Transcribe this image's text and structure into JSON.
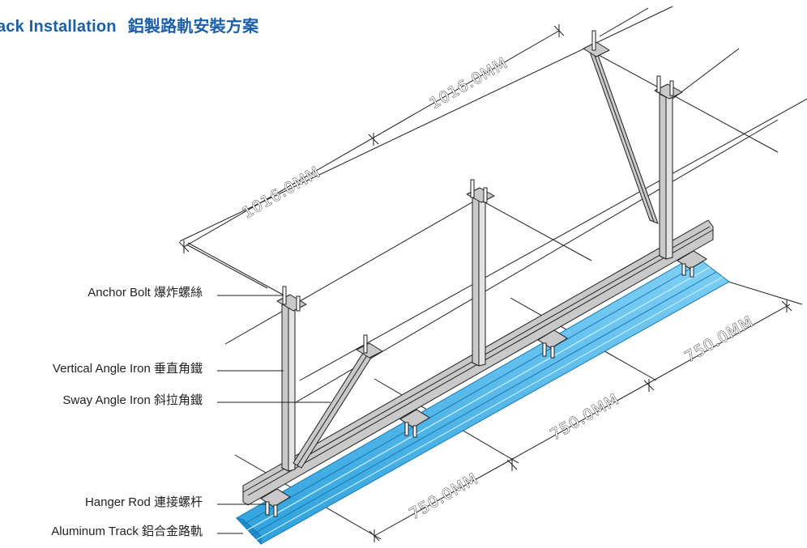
{
  "title": {
    "en": "rack Installation",
    "zh": "鋁製路軌安裝方案"
  },
  "callouts": [
    {
      "key": "anchor_bolt",
      "text": "Anchor Bolt 爆炸螺絲"
    },
    {
      "key": "vertical_angle_iron",
      "text": "Vertical Angle Iron 垂直角鐵"
    },
    {
      "key": "sway_angle_iron",
      "text": "Sway Angle Iron 斜拉角鐵"
    },
    {
      "key": "hanger_rod",
      "text": "Hanger Rod 連接螺杆"
    },
    {
      "key": "aluminum_track",
      "text": "Aluminum Track 鋁合金路軌"
    }
  ],
  "dimensions": {
    "span_1": "1016.0MM",
    "span_2": "1016.0MM",
    "spacing_1": "750.0MM",
    "spacing_2": "750.0MM",
    "spacing_3": "750.0MM"
  },
  "colors": {
    "title": "#1c5fa8",
    "track": "#4db8ea",
    "steel": "#c9c9c9",
    "line": "#1e1e1e"
  }
}
